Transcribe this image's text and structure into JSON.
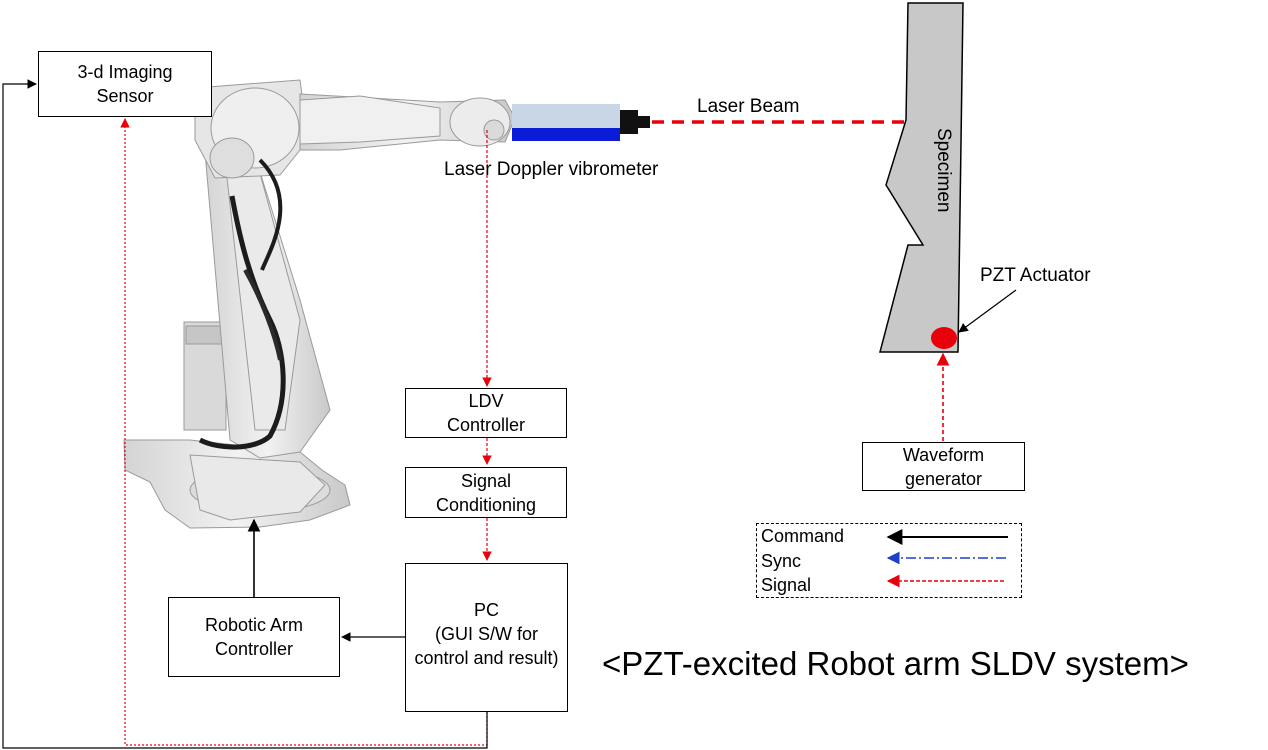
{
  "title": "<PZT-excited Robot arm SLDV system>",
  "labels": {
    "laser_beam": "Laser Beam",
    "ldv": "Laser Doppler vibrometer",
    "specimen": "Specimen",
    "pzt": "PZT Actuator"
  },
  "boxes": {
    "imaging_sensor": [
      "3-d Imaging",
      "Sensor"
    ],
    "ldv_controller": [
      "LDV",
      "Controller"
    ],
    "signal_conditioning": [
      "Signal",
      "Conditioning"
    ],
    "pc": [
      "PC",
      "(GUI S/W for",
      "control and result)"
    ],
    "robot_controller": [
      "Robotic Arm",
      "Controller"
    ],
    "waveform_generator": [
      "Waveform",
      "generator"
    ]
  },
  "legend": {
    "command": "Command",
    "sync": "Sync",
    "signal": "Signal"
  },
  "colors": {
    "signal": "#e8000b",
    "sync": "#1f3fc8",
    "command": "#000000",
    "specimen_fill": "#c8c8c8",
    "lens_blue": "#0a1cd6",
    "lens_light": "#c9d6e6",
    "robot": "#e4e4e4"
  }
}
